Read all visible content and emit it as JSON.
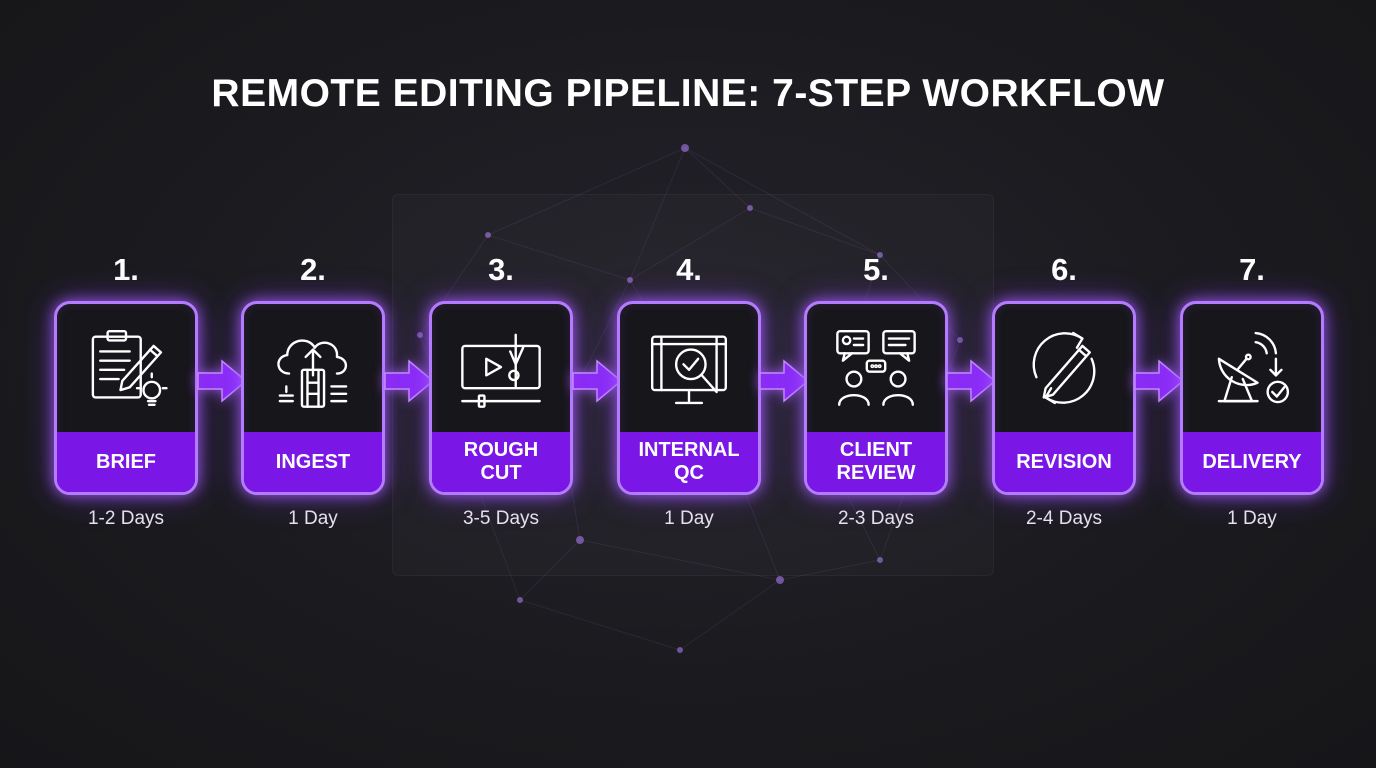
{
  "title": "REMOTE EDITING PIPELINE: 7-STEP WORKFLOW",
  "colors": {
    "accent": "#7a16e6",
    "glow": "#b57bff",
    "background": "#1b1b1f"
  },
  "steps": [
    {
      "number": "1.",
      "label": "BRIEF",
      "duration": "1-2 Days",
      "icon": "clipboard-pencil-lightbulb-icon"
    },
    {
      "number": "2.",
      "label": "INGEST",
      "duration": "1 Day",
      "icon": "cloud-upload-film-icon"
    },
    {
      "number": "3.",
      "label": "ROUGH\nCUT",
      "duration": "3-5 Days",
      "icon": "video-scissors-timeline-icon"
    },
    {
      "number": "4.",
      "label": "INTERNAL\nQC",
      "duration": "1 Day",
      "icon": "monitor-magnifier-check-icon"
    },
    {
      "number": "5.",
      "label": "CLIENT\nREVIEW",
      "duration": "2-3 Days",
      "icon": "people-chat-icon"
    },
    {
      "number": "6.",
      "label": "REVISION",
      "duration": "2-4 Days",
      "icon": "cycle-pencil-icon"
    },
    {
      "number": "7.",
      "label": "DELIVERY",
      "duration": "1 Day",
      "icon": "satellite-dish-check-icon"
    }
  ],
  "arrows": [
    "arrow-right-icon",
    "arrow-right-icon",
    "arrow-right-icon",
    "arrow-right-icon",
    "arrow-right-icon",
    "arrow-right-icon"
  ]
}
